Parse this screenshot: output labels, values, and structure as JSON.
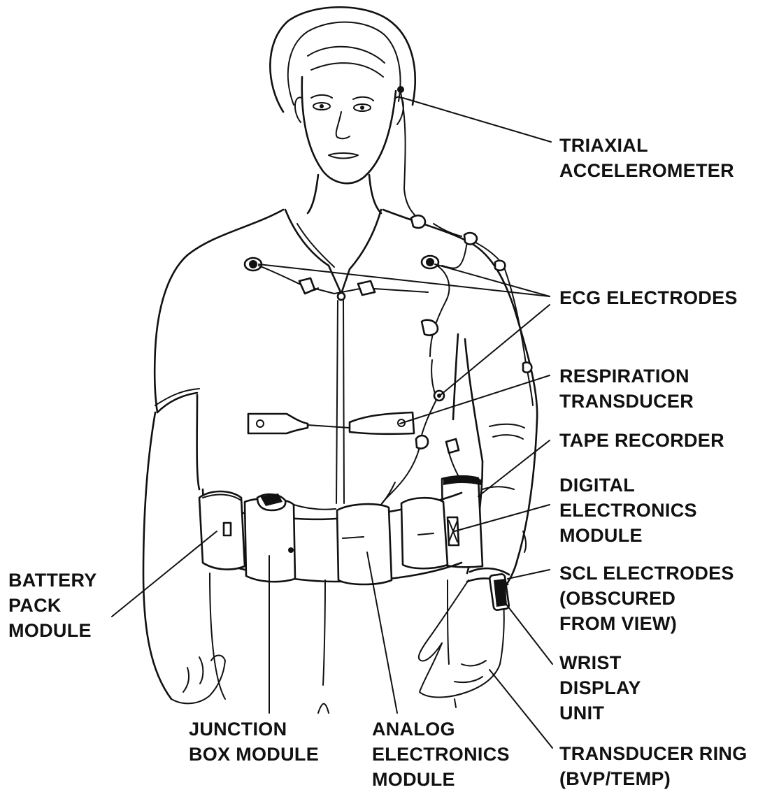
{
  "labels": {
    "triaxial_accelerometer": [
      "TRIAXIAL",
      "ACCELEROMETER"
    ],
    "ecg_electrodes": [
      "ECG ELECTRODES"
    ],
    "respiration_transducer": [
      "RESPIRATION",
      "TRANSDUCER"
    ],
    "tape_recorder": [
      "TAPE RECORDER"
    ],
    "digital_electronics_module": [
      "DIGITAL",
      "ELECTRONICS",
      "MODULE"
    ],
    "scl_electrodes": [
      "SCL ELECTRODES",
      "(OBSCURED",
      "FROM VIEW)"
    ],
    "wrist_display_unit": [
      "WRIST",
      "DISPLAY",
      "UNIT"
    ],
    "transducer_ring": [
      "TRANSDUCER RING",
      "(BVP/TEMP)"
    ],
    "battery_pack_module": [
      "BATTERY",
      "PACK",
      "MODULE"
    ],
    "junction_box_module": [
      "JUNCTION",
      "BOX MODULE"
    ],
    "analog_electronics_module": [
      "ANALOG",
      "ELECTRONICS",
      "MODULE"
    ]
  }
}
